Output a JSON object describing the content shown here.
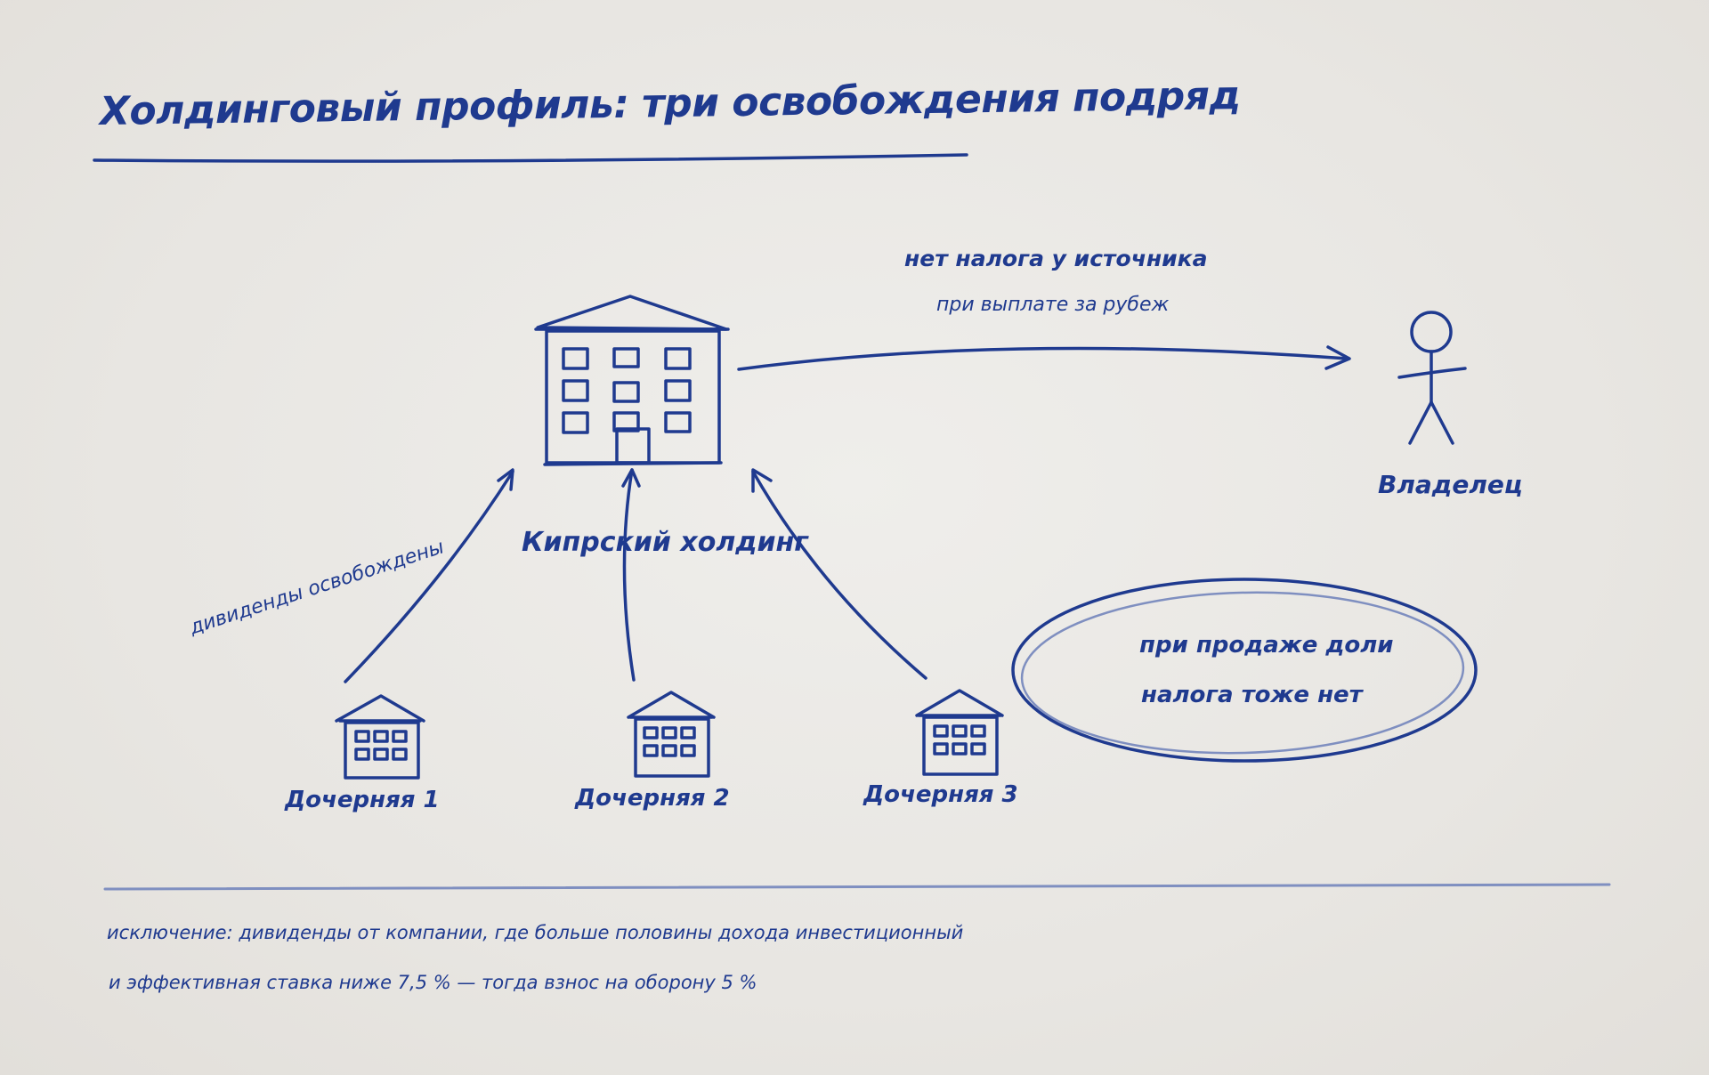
{
  "title": "Холдинговый профиль: три освобождения подряд",
  "payout": {
    "main": "нет налога у источника",
    "sub": "при выплате за рубеж"
  },
  "owner": "Владелец",
  "holding": "Кипрский холдинг",
  "dividends_label": "дивиденды освобождены",
  "sale_note": [
    "при продаже доли",
    "налога тоже нет"
  ],
  "subsidiaries": [
    "Дочерняя 1",
    "Дочерняя 2",
    "Дочерняя 3"
  ],
  "footnote": [
    "исключение: дивиденды от компании, где больше половины дохода инвестиционный",
    "и эффективная ставка ниже 7,5 % — тогда взнос на оборону 5 %"
  ],
  "colors": {
    "ink": "#1f3a8f",
    "ink_light": "#7f8fc0",
    "paper": "#e9e7e3"
  }
}
